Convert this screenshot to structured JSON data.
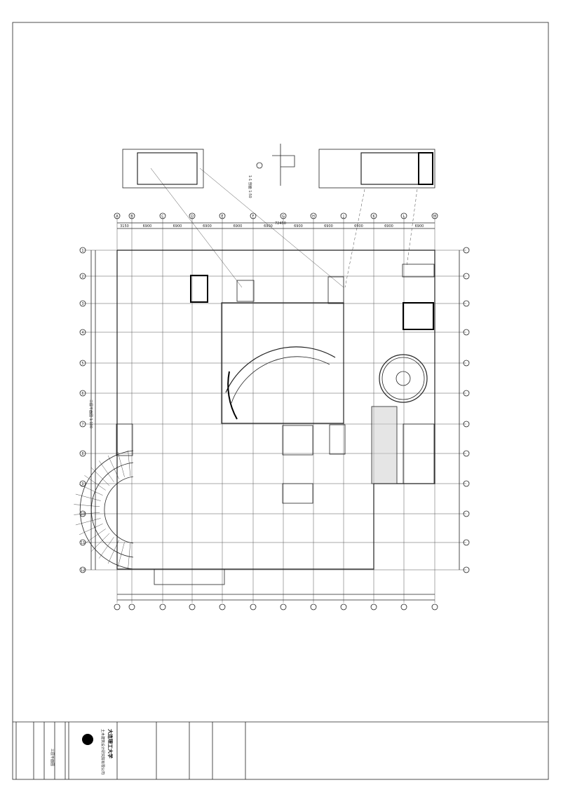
{
  "drawing": {
    "title": "三层平面图",
    "scale": "1:100",
    "row_axes": [
      "1",
      "2",
      "3",
      "4",
      "5",
      "6",
      "7",
      "8",
      "9",
      "10",
      "11",
      "12"
    ],
    "column_axes": [
      "A",
      "B",
      "C",
      "D",
      "E",
      "F",
      "G",
      "H",
      "J",
      "K",
      "L",
      "M"
    ],
    "column_dimensions": [
      "3150",
      "6900",
      "6900",
      "6900",
      "6900",
      "6900",
      "6900",
      "6900",
      "6900",
      "6900",
      "6900"
    ],
    "total_dimension": "72450",
    "detail_label": "1-1 剖面 1:50"
  },
  "title_block": {
    "university": "大连理工大学",
    "company": "土木建筑设计研究院有限公司",
    "sheet_title": "三层平面图"
  }
}
